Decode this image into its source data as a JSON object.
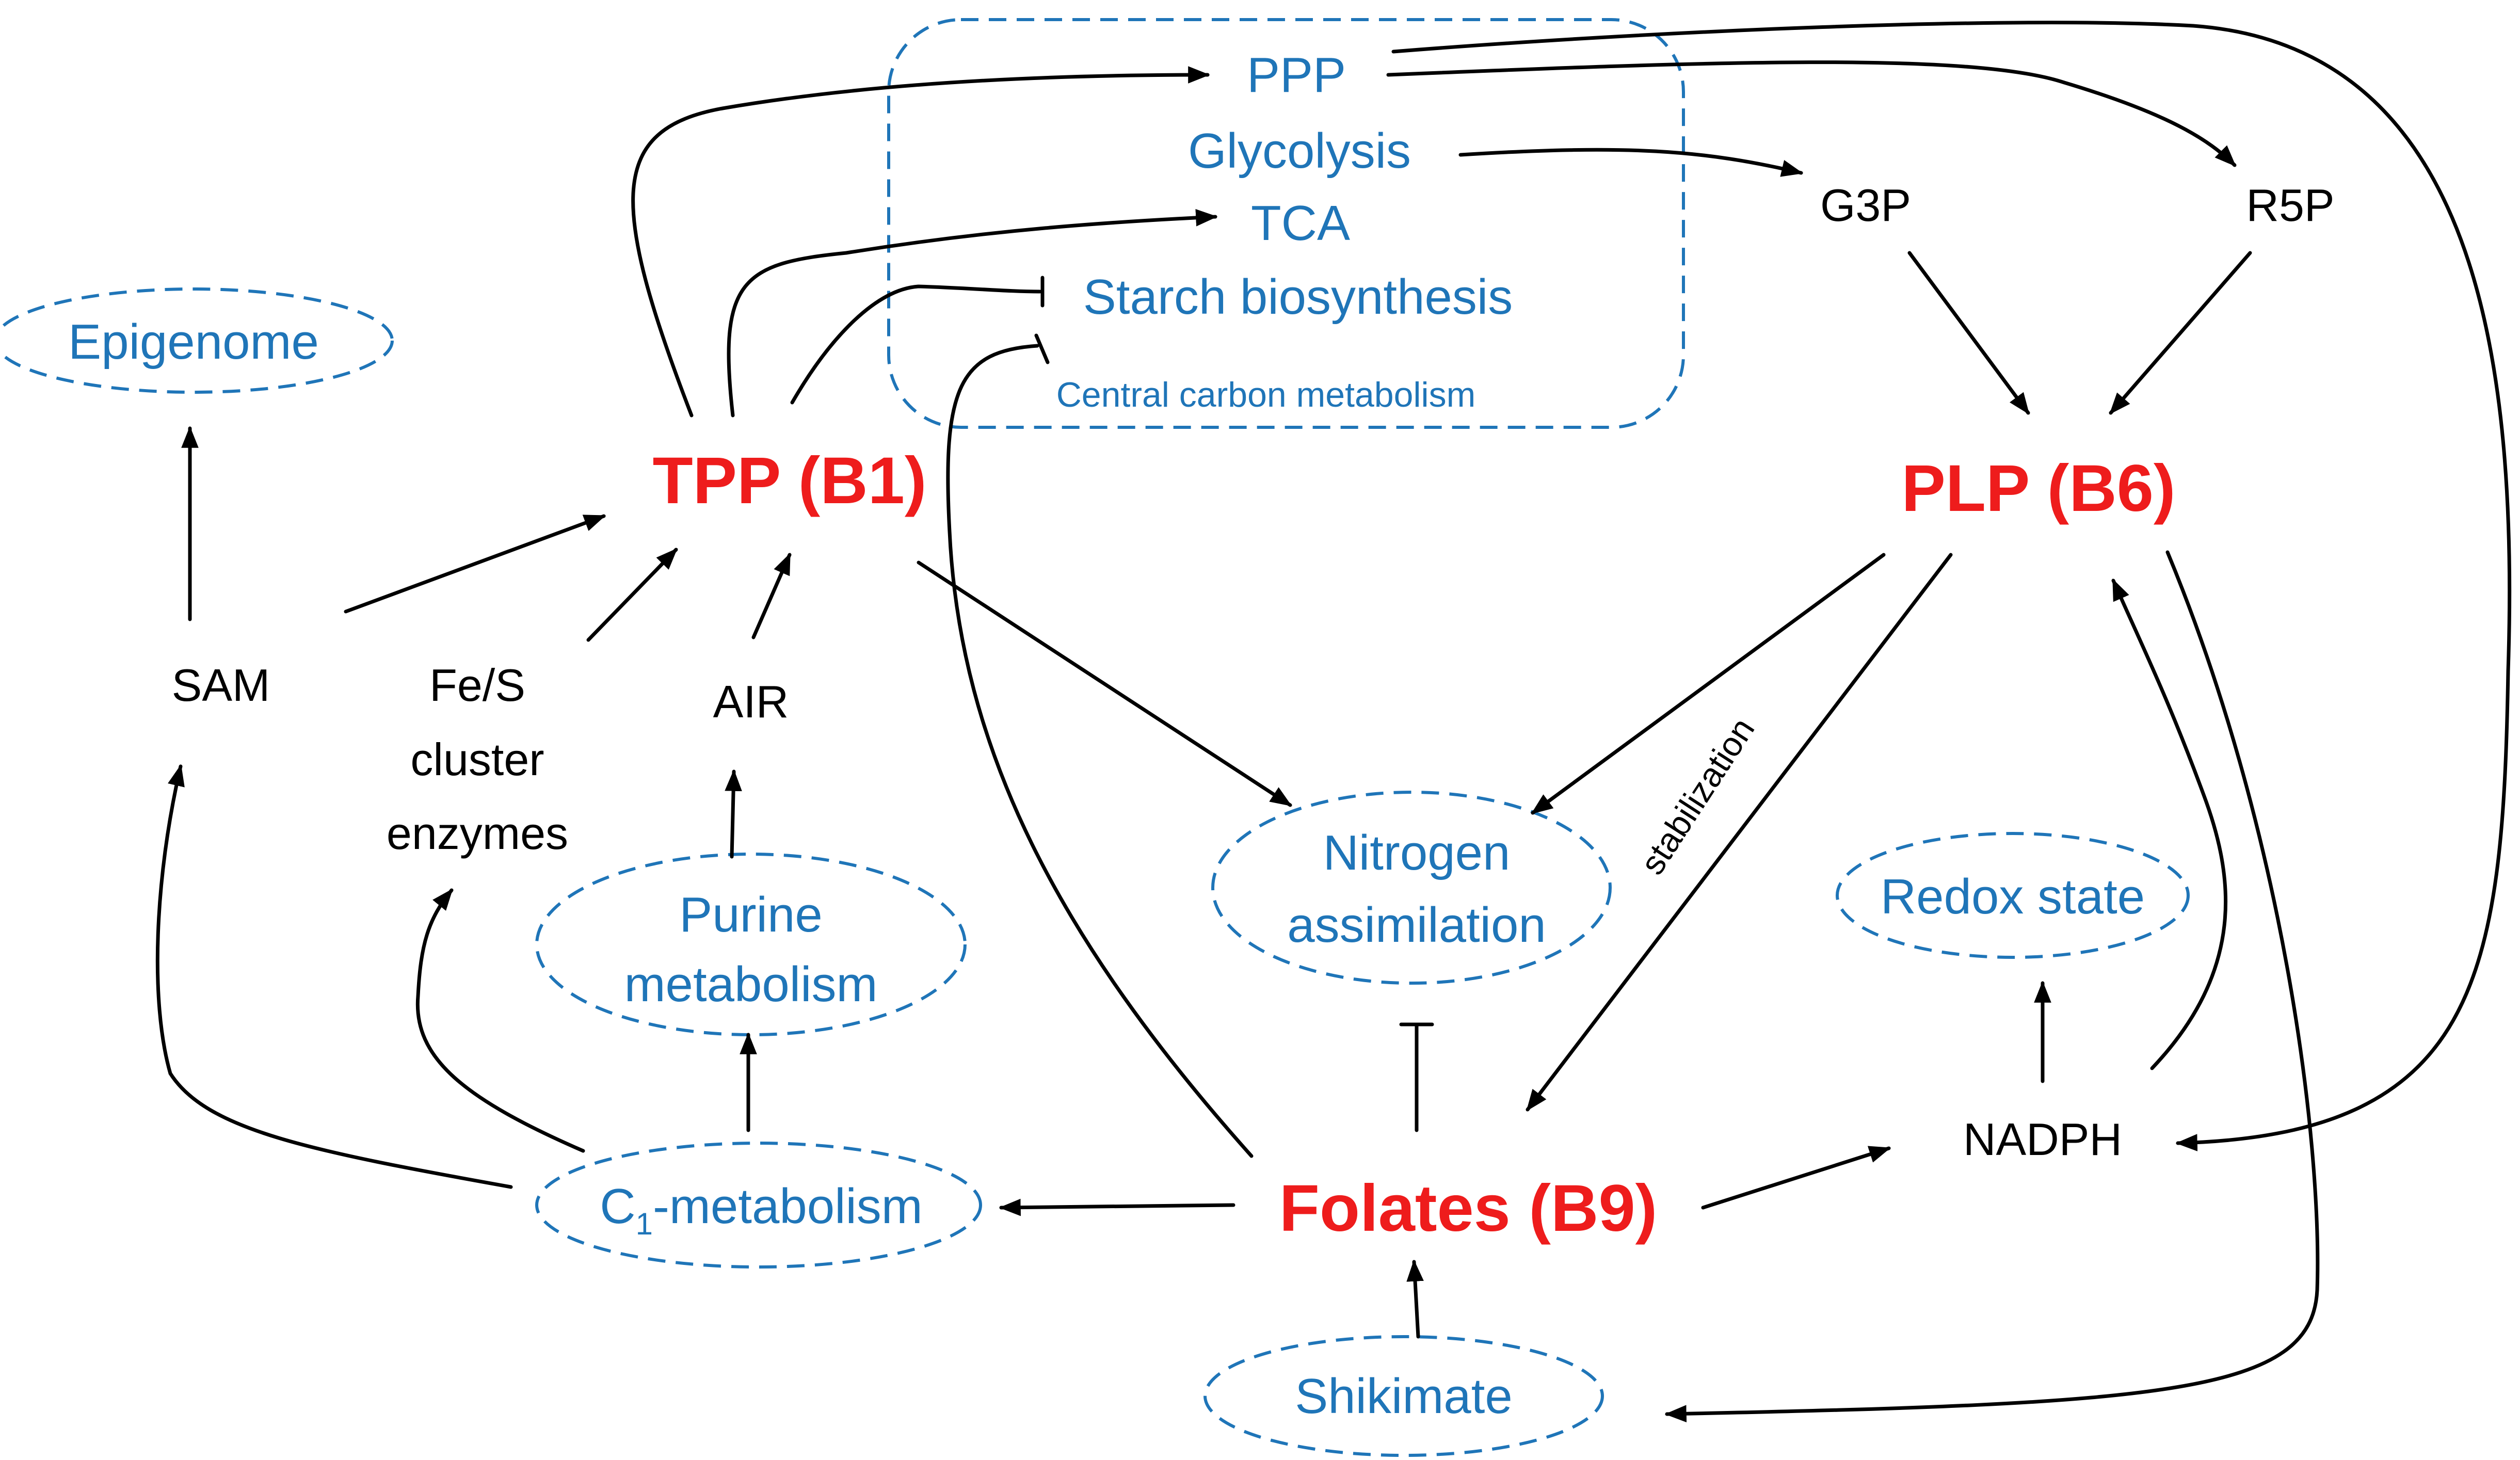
{
  "nodes": {
    "ppp": "PPP",
    "glycolysis": "Glycolysis",
    "tca": "TCA",
    "starch": "Starch biosynthesis",
    "central_carbon": "Central carbon metabolism",
    "epigenome": "Epigenome",
    "g3p": "G3P",
    "r5p": "R5P",
    "tpp": "TPP (B1)",
    "plp": "PLP (B6)",
    "sam": "SAM",
    "fes_line1": "Fe/S",
    "fes_line2": "cluster",
    "fes_line3": "enzymes",
    "air": "AIR",
    "nitrogen_line1": "Nitrogen",
    "nitrogen_line2": "assimilation",
    "redox": "Redox state",
    "purine_line1": "Purine",
    "purine_line2": "metabolism",
    "c1_prefix": "C",
    "c1_sub": "1",
    "c1_suffix": "-metabolism",
    "folates": "Folates (B9)",
    "nadph": "NADPH",
    "shikimate": "Shikimate"
  },
  "edge_labels": {
    "stabilization": "stabilization"
  },
  "colors": {
    "pathway": "#1f75b8",
    "vitamin": "#ee1c1c",
    "metabolite": "#000000",
    "edge": "#000000"
  }
}
